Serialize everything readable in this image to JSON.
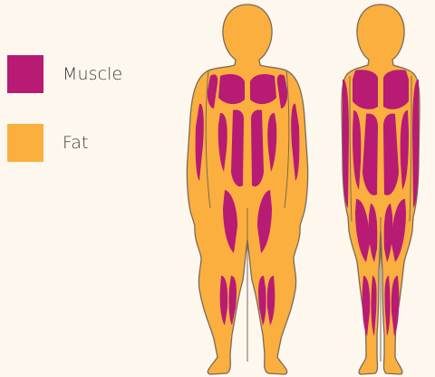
{
  "legend": {
    "items": [
      {
        "label": "Muscle",
        "color": "#b71b73"
      },
      {
        "label": "Fat",
        "color": "#fbaf3f"
      }
    ]
  },
  "colors": {
    "background": "#fdf7ee",
    "outline": "#7a6a58",
    "muscle": "#b71b73",
    "fat": "#fbaf3f"
  },
  "figures": [
    {
      "id": "left",
      "description_icon": "body-silhouette-icon"
    },
    {
      "id": "right",
      "description_icon": "body-silhouette-icon"
    }
  ]
}
